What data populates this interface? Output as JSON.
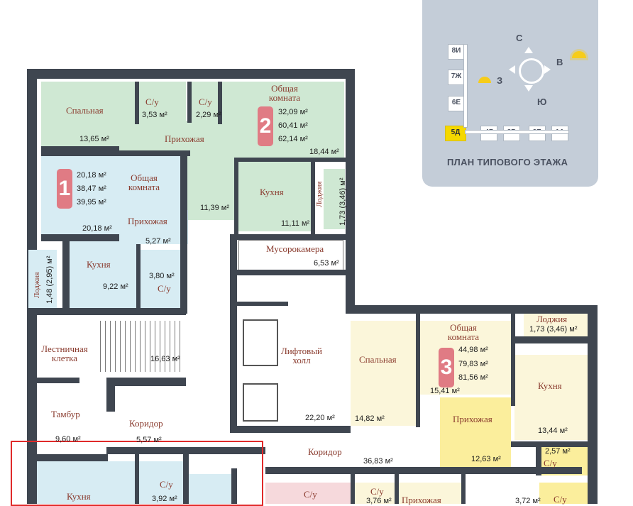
{
  "plan_card": {
    "title": "ПЛАН ТИПОВОГО ЭТАЖА",
    "compass": {
      "north": "С",
      "south": "Ю",
      "east": "В",
      "west": "З"
    },
    "sections": [
      "8И",
      "7Ж",
      "6Е",
      "5Д",
      "4Г",
      "3В",
      "2Б",
      "1А"
    ],
    "highlighted_section": "5Д",
    "colors": {
      "card": "#c4cdd8",
      "highlight": "#f5d800",
      "sun": "#f6cc1a"
    }
  },
  "apartments": {
    "a1": {
      "number": "1",
      "living": "20,18 м²",
      "total": "38,47 м²",
      "total_full": "39,95 м²",
      "color": "#e07b84"
    },
    "a2": {
      "number": "2",
      "living": "32,09 м²",
      "total": "60,41 м²",
      "total_full": "62,14 м²",
      "color": "#e07b84"
    },
    "a3": {
      "number": "3",
      "living": "44,98 м²",
      "total": "79,83 м²",
      "total_full": "81,56 м²",
      "color": "#e07b84"
    }
  },
  "rooms": {
    "a2_bedroom": {
      "label": "Спальная",
      "area": "13,65 м²"
    },
    "a2_bath1": {
      "label": "С/у",
      "area": "3,53 м²"
    },
    "a2_bath2": {
      "label": "С/у",
      "area": "2,29 м²"
    },
    "a2_living": {
      "label": "Общая комната",
      "area": "18,44 м²"
    },
    "a2_hall": {
      "label": "Прихожая",
      "area": "11,39 м²"
    },
    "a2_kitchen": {
      "label": "Кухня",
      "area": "11,11 м²"
    },
    "a2_loggia": {
      "label": "Лоджия",
      "area": "1,73 (3,46) м²"
    },
    "a1_living": {
      "label": "Общая комната",
      "area": "20,18 м²"
    },
    "a1_hall": {
      "label": "Прихожая",
      "area": "5,27 м²"
    },
    "a1_kitchen": {
      "label": "Кухня",
      "area": "9,22 м²"
    },
    "a1_bath": {
      "label": "С/у",
      "area": "3,80 м²"
    },
    "a1_loggia": {
      "label": "Лоджия",
      "area": "1,48 (2,95) м²"
    },
    "garbage": {
      "label": "Мусорокамера",
      "area": "6,53 м²"
    },
    "stairs": {
      "label": "Лестничная клетка",
      "area": "16,63 м²"
    },
    "lift_hall": {
      "label": "Лифтовый холл",
      "area": "22,20 м²"
    },
    "tambour": {
      "label": "Тамбур",
      "area": "9,60 м²"
    },
    "corridor_small": {
      "label": "Коридор",
      "area": "5,57 м²"
    },
    "corridor_main": {
      "label": "Коридор",
      "area": "36,83 м²"
    },
    "a3_bedroom": {
      "label": "Спальная",
      "area": "14,82 м²"
    },
    "a3_living": {
      "label": "Общая комната",
      "area": "15,41 м²"
    },
    "a3_hall": {
      "label": "Прихожая",
      "area": "12,63 м²"
    },
    "a3_kitchen": {
      "label": "Кухня",
      "area": "13,44 м²"
    },
    "a3_loggia": {
      "label": "Лоджия",
      "area": "1,73 (3,46) м²"
    },
    "a3_bath": {
      "label": "С/у",
      "area": "2,57 м²"
    },
    "bottom_kitchen": {
      "label": "Кухня"
    },
    "bottom_bath": {
      "label": "С/у",
      "area": "3,92 м²"
    },
    "bottom_bath2": {
      "label": "С/у",
      "area": "3,76 м²"
    },
    "bottom_bath3": {
      "label": "С/у"
    },
    "bottom_hall": {
      "label": "Прихожая"
    },
    "bottom_small": {
      "area": "3,72 м²"
    },
    "bottom_bath4": {
      "label": "С/у"
    }
  }
}
